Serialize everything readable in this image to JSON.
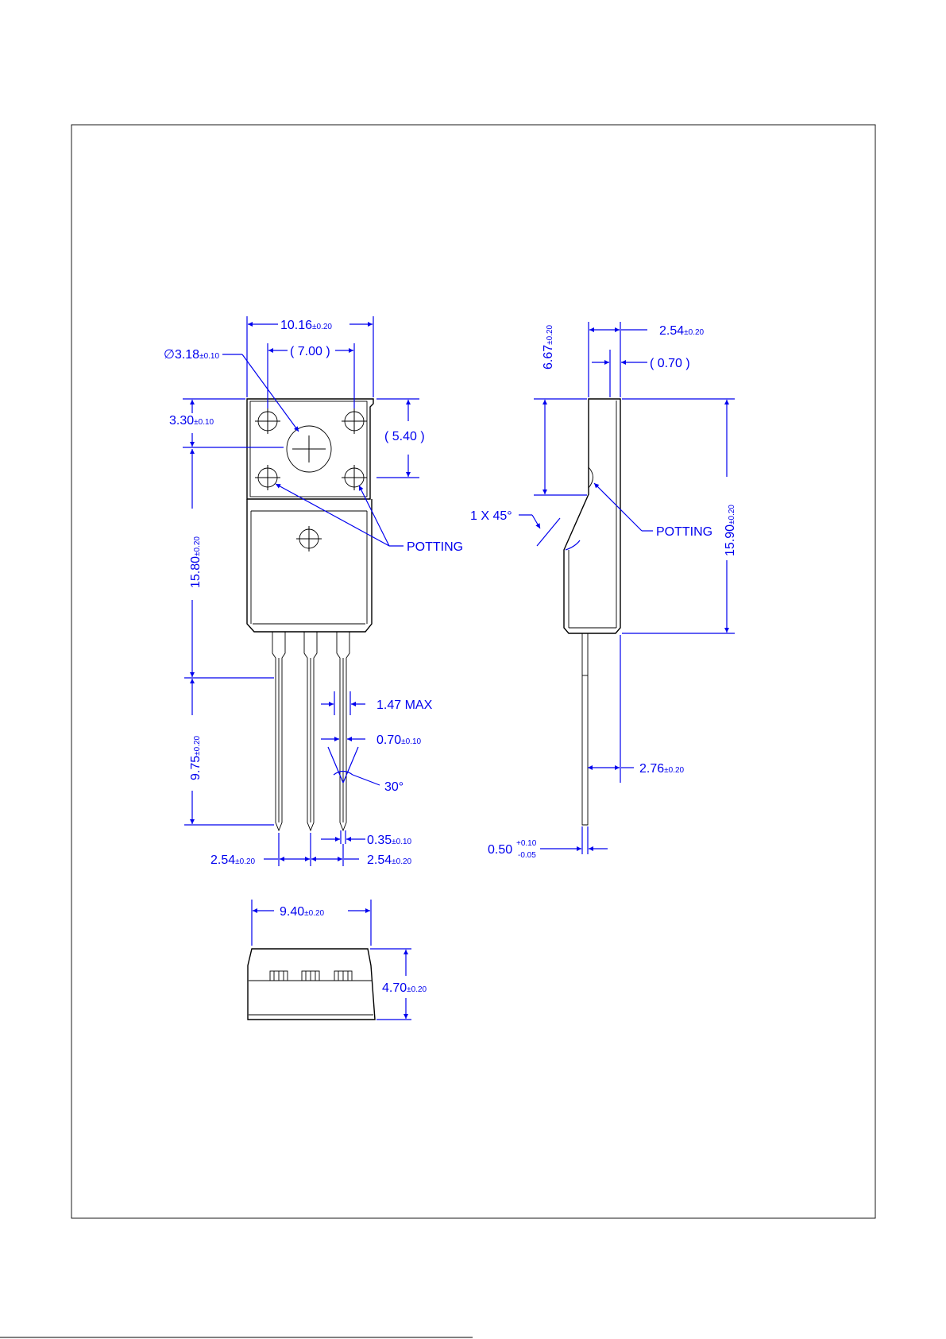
{
  "labels": {
    "diameter": {
      "value": "3.18",
      "tol": "±0.10"
    },
    "width_top": {
      "value": "10.16",
      "tol": "±0.20"
    },
    "hole_pitch": {
      "value": "( 7.00 )"
    },
    "tab_hole_offset": {
      "value": "3.30",
      "tol": "±0.10"
    },
    "tab_height": {
      "value": "( 5.40 )"
    },
    "body_length": {
      "value": "15.80",
      "tol": "±0.20"
    },
    "potting_front": {
      "value": "POTTING"
    },
    "lead_max": {
      "value": "1.47 MAX"
    },
    "lead_width": {
      "value": "0.70",
      "tol": "±0.10"
    },
    "lead_angle": {
      "value": "30°"
    },
    "lead_length": {
      "value": "9.75",
      "tol": "±0.20"
    },
    "lead_tip": {
      "value": "0.35",
      "tol": "±0.10"
    },
    "pitch_left": {
      "value": "2.54",
      "tol": "±0.20"
    },
    "pitch_right": {
      "value": "2.54",
      "tol": "±0.20"
    },
    "side_top": {
      "value": "6.67",
      "tol": "±0.20"
    },
    "side_thickness": {
      "value": "2.54",
      "tol": "±0.20"
    },
    "side_tab": {
      "value": "( 0.70 )"
    },
    "chamfer": {
      "value": "1 X 45°"
    },
    "potting_side": {
      "value": "POTTING"
    },
    "side_length": {
      "value": "15.90",
      "tol": "±0.20"
    },
    "lead_offset": {
      "value": "2.76",
      "tol": "±0.20"
    },
    "lead_thickness": {
      "value": "0.50",
      "tol_plus": "+0.10",
      "tol_minus": "-0.05"
    },
    "bottom_width": {
      "value": "9.40",
      "tol": "±0.20"
    },
    "bottom_height": {
      "value": "4.70",
      "tol": "±0.20"
    }
  },
  "symbols": {
    "diameter_symbol": "∅"
  },
  "colors": {
    "dimension": "#0000ee",
    "outline": "#000000"
  }
}
